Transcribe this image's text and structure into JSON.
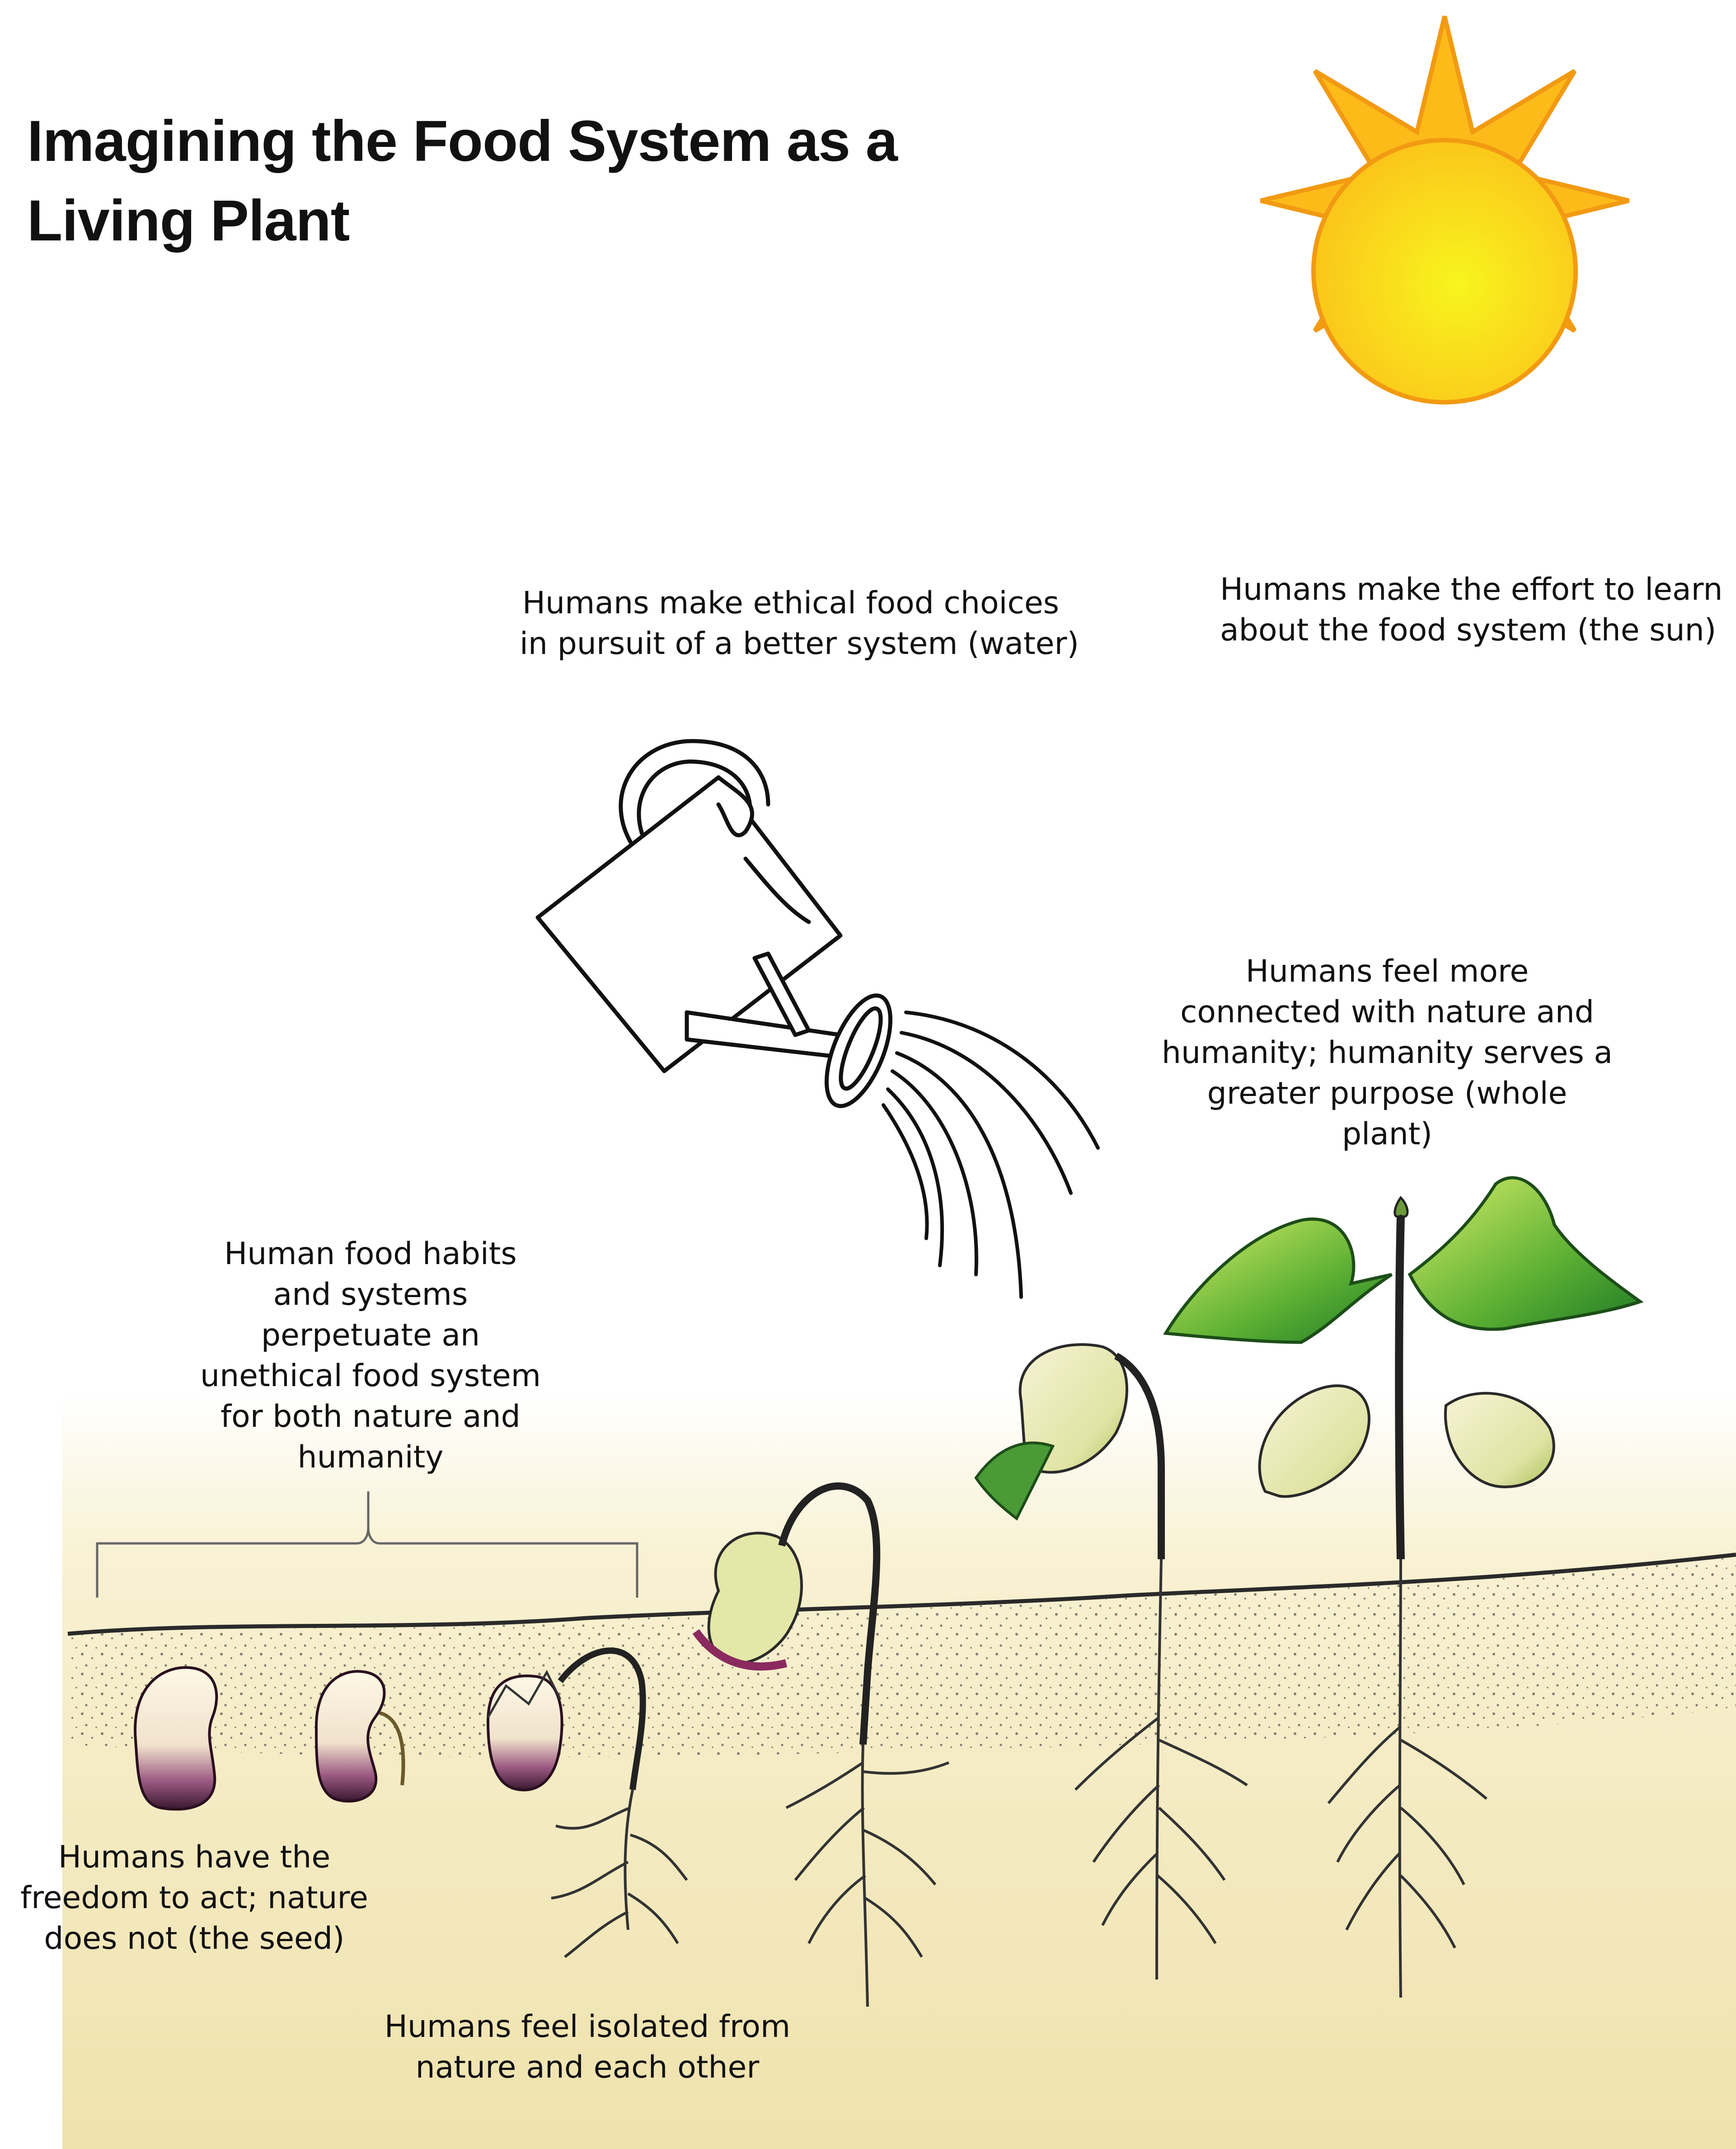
{
  "title": [
    "Imagining the Food System as a",
    "Living Plant"
  ],
  "colors": {
    "soil_top": "#ffffff",
    "soil_bottom": "#efe2ad",
    "sun_core": "#fbd41c",
    "sun_rays": "#fdbb1a",
    "leaf_green": "#3e9c2e",
    "seed_cream": "#fbf4d7",
    "seed_purple": "#8a2a5e"
  },
  "captions": {
    "sun": [
      "Humans make the effort to learn",
      "about the food system (the sun)"
    ],
    "water": [
      "Humans make ethical food choices",
      "in pursuit of a better system (water)"
    ],
    "whole_plant": [
      "Humans feel more",
      "connected with nature and",
      "humanity; humanity serves a",
      "greater purpose  (whole",
      "plant)"
    ],
    "habits": [
      "Human food habits",
      "and systems",
      "perpetuate an",
      "unethical food system",
      "for both nature and",
      "humanity"
    ],
    "seed": [
      "Humans have the",
      "freedom to act; nature",
      "does not (the seed)"
    ],
    "isolated": [
      "Humans feel isolated from",
      "nature and each other"
    ]
  },
  "icons": [
    "sun-icon",
    "watering-can-icon",
    "water-stream-icon",
    "seed-icon",
    "sprout-icon",
    "bean-plant-icon",
    "bracket-icon"
  ]
}
